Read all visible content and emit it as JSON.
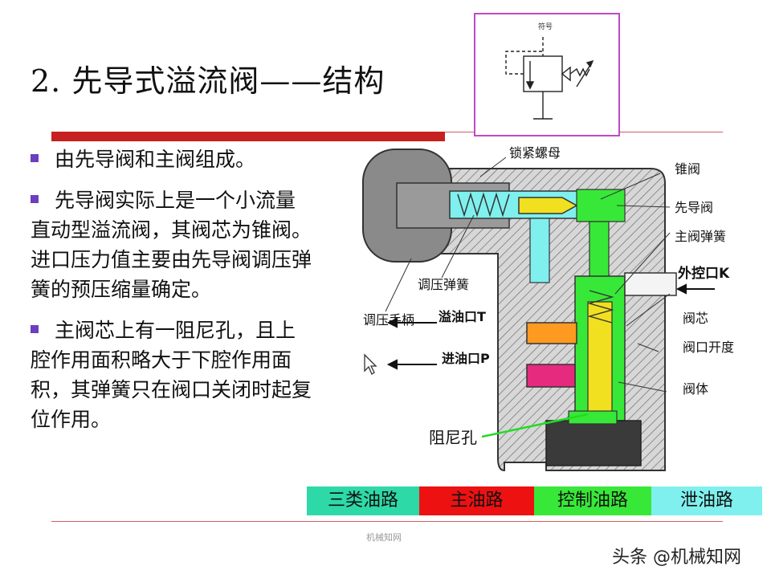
{
  "slide": {
    "title": "2. 先导式溢流阀——结构",
    "symbol_label": "符号",
    "bullets": [
      "由先导阀和主阀组成。",
      "先导阀实际上是一个小流量直动型溢流阀，其阀芯为锥阀。进口压力值主要由先导阀调压弹簧的预压缩量确定。",
      "主阀芯上有一阻尼孔，且上腔作用面积略大于下腔作用面积，其弹簧只在阀口关闭时起复位作用。"
    ]
  },
  "diagram": {
    "labels": {
      "lock_nut": "锁紧螺母",
      "cone_valve": "锥阀",
      "pilot_valve": "先导阀",
      "main_spring": "主阀弹簧",
      "ext_port": "外控口K",
      "spool": "阀芯",
      "opening": "阀口开度",
      "body": "阀体",
      "adj_spring": "调压弹簧",
      "handle": "调压手柄",
      "overflow": "溢油口T",
      "inlet": "进油口P",
      "orifice": "阻尼孔"
    }
  },
  "legend": [
    {
      "label": "三类油路",
      "color": "#2ed9a8"
    },
    {
      "label": "主油路",
      "color": "#ee1111"
    },
    {
      "label": "控制油路",
      "color": "#38e838"
    },
    {
      "label": "泄油路",
      "color": "#7ff0ee"
    }
  ],
  "footer": {
    "watermark": "机械知网",
    "credit": "头条 @机械知网"
  }
}
